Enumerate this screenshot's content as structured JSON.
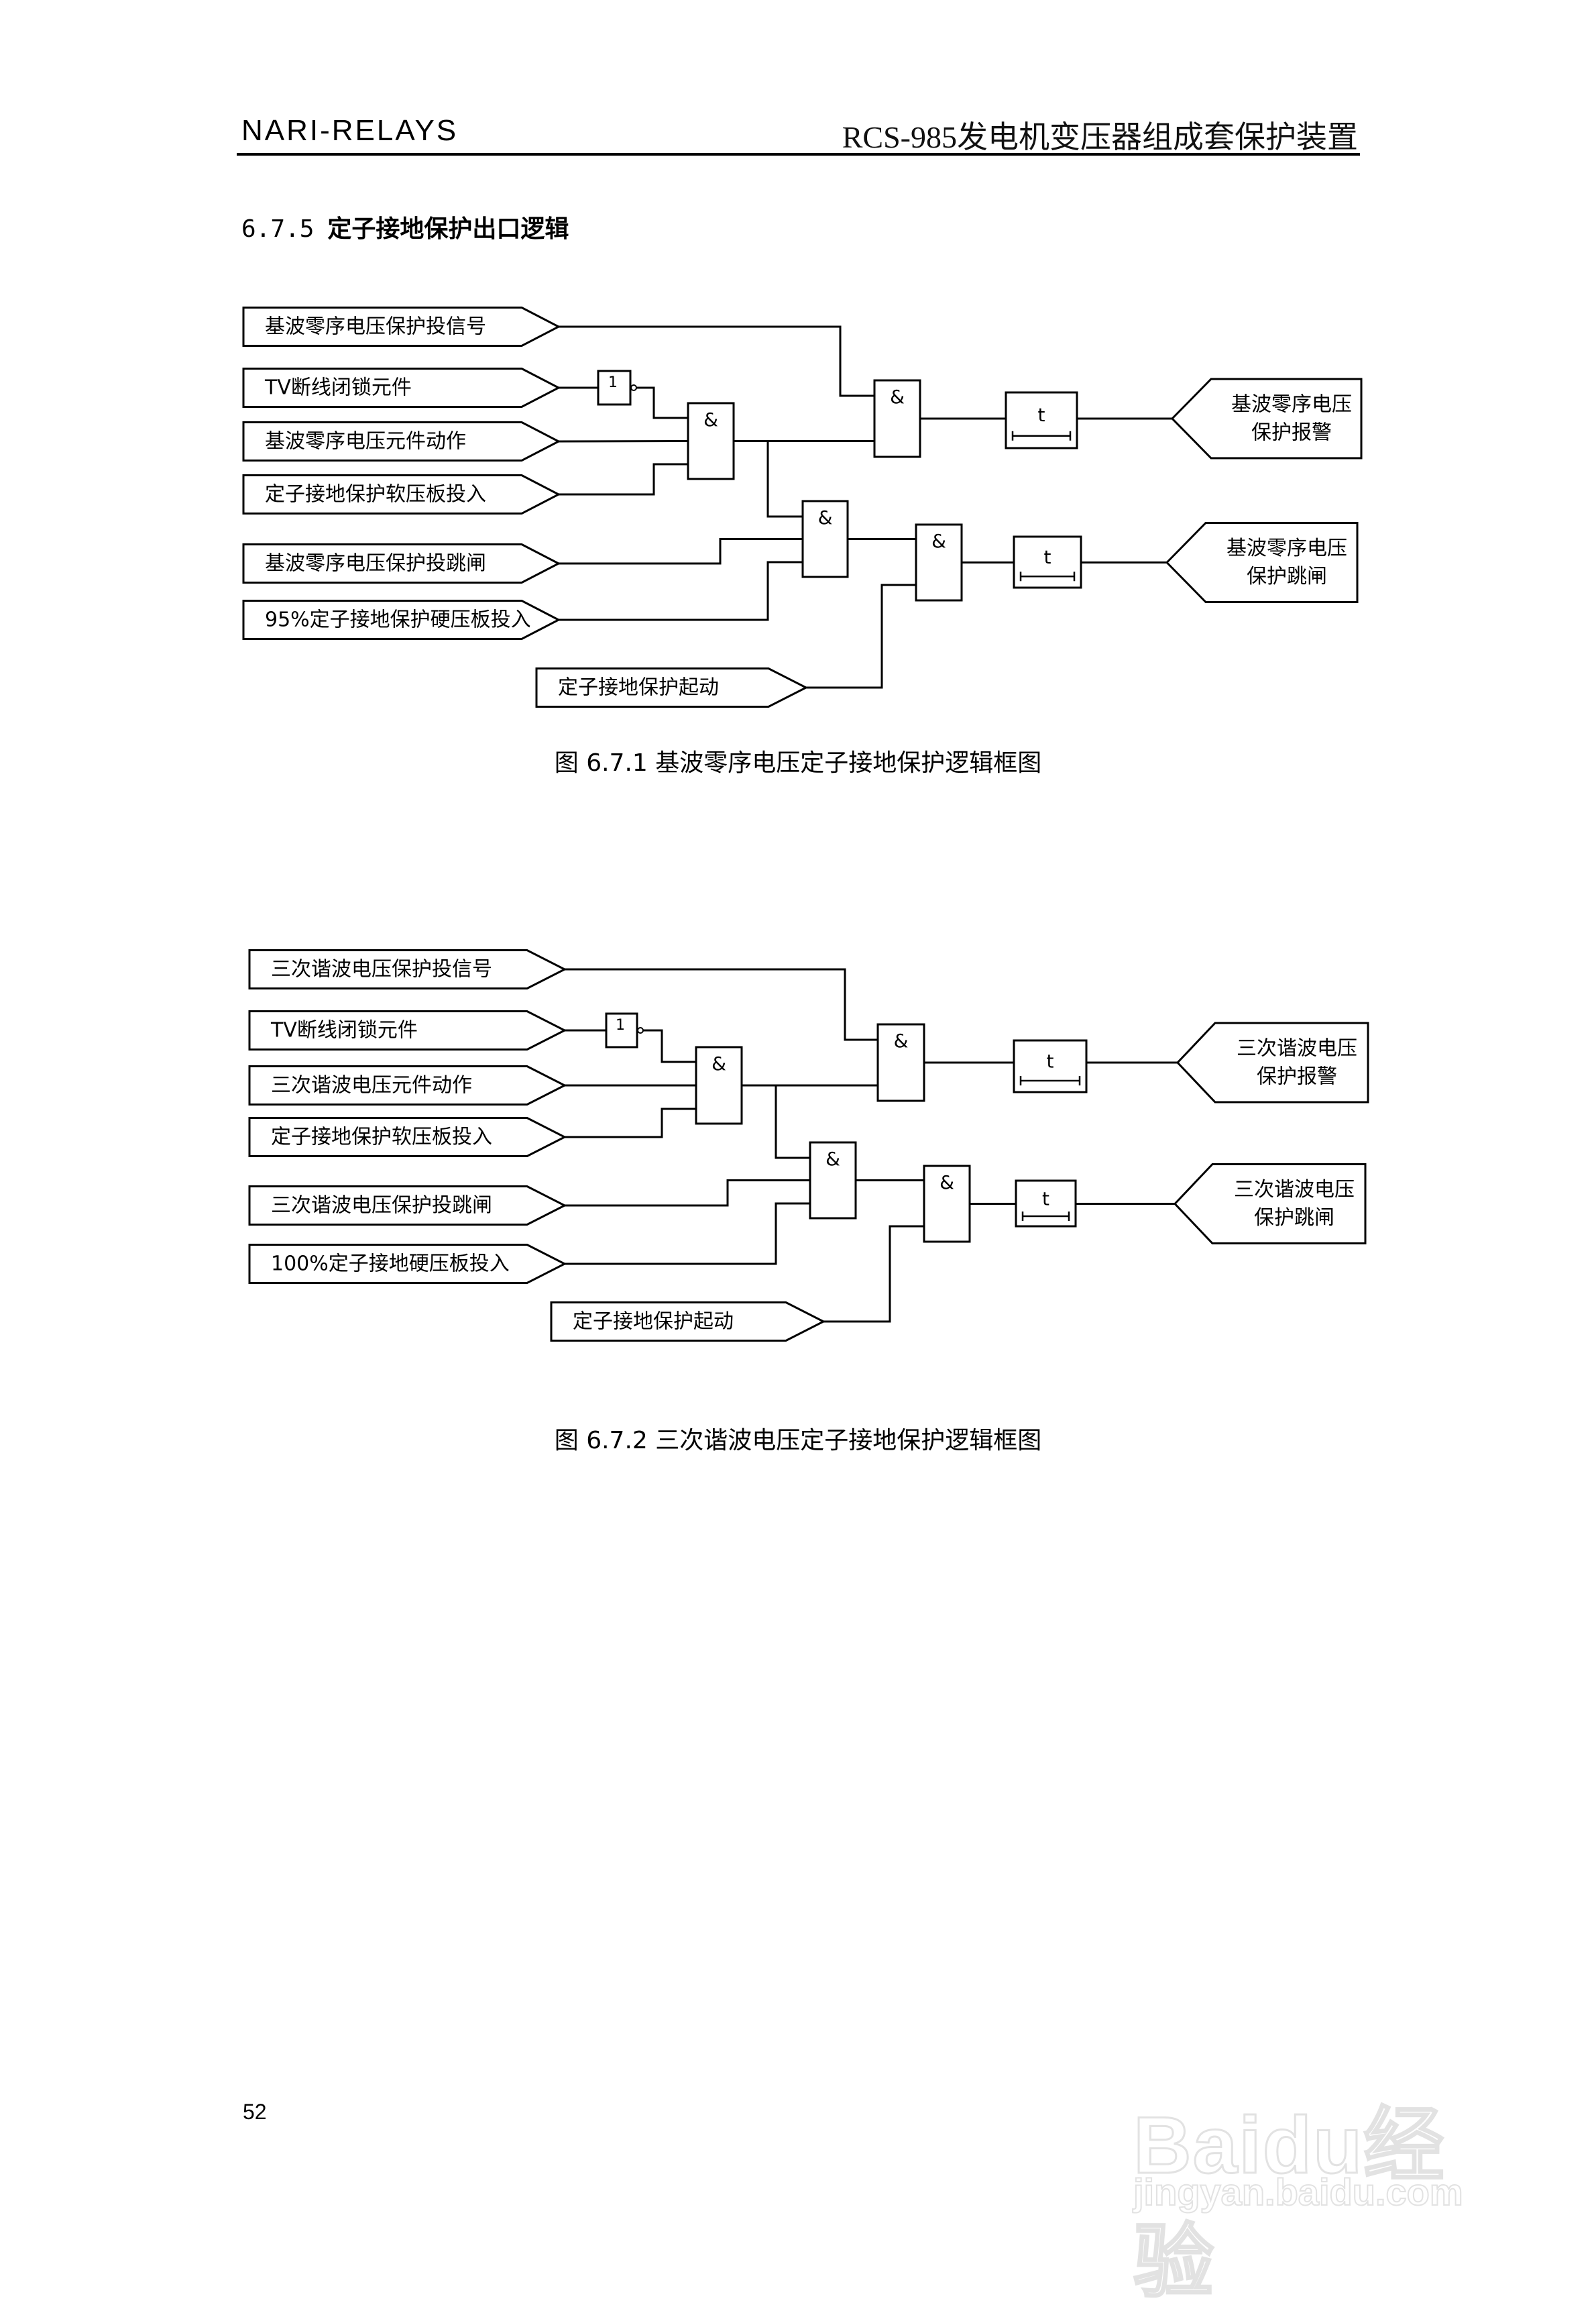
{
  "header": {
    "left": "NARI-RELAYS",
    "right": "RCS-985发电机变压器组成套保护装置"
  },
  "section": {
    "number": "6.7.5",
    "title": "定子接地保护出口逻辑"
  },
  "gate_labels": {
    "and": "&",
    "not": "1",
    "timer": "t"
  },
  "figures": [
    {
      "caption": "图 6.7.1  基波零序电压定子接地保护逻辑框图",
      "inputs": [
        "基波零序电压保护投信号",
        "TV断线闭锁元件",
        "基波零序电压元件动作",
        "定子接地保护软压板投入",
        "基波零序电压保护投跳闸",
        "95%定子接地保护硬压板投入"
      ],
      "start_input": "定子接地保护起动",
      "outputs": [
        {
          "line1": "基波零序电压",
          "line2": "保护报警"
        },
        {
          "line1": "基波零序电压",
          "line2": "保护跳闸"
        }
      ]
    },
    {
      "caption": "图 6.7.2  三次谐波电压定子接地保护逻辑框图",
      "inputs": [
        "三次谐波电压保护投信号",
        "TV断线闭锁元件",
        "三次谐波电压元件动作",
        "定子接地保护软压板投入",
        "三次谐波电压保护投跳闸",
        "100%定子接地硬压板投入"
      ],
      "start_input": "定子接地保护起动",
      "outputs": [
        {
          "line1": "三次谐波电压",
          "line2": "保护报警"
        },
        {
          "line1": "三次谐波电压",
          "line2": "保护跳闸"
        }
      ]
    }
  ],
  "page_number": "52",
  "watermark": {
    "brand": "Baidu经验",
    "url": "jingyan.baidu.com"
  }
}
